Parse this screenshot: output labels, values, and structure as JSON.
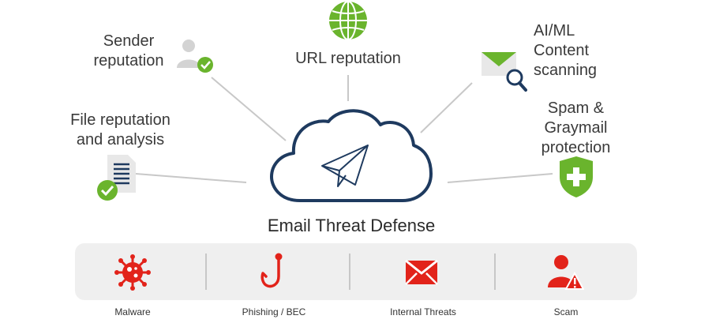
{
  "diagram": {
    "center_label": "Email Threat Defense",
    "features": {
      "sender": {
        "line1": "Sender",
        "line2": "reputation",
        "icon": "user-check-icon"
      },
      "url": {
        "line1": "URL reputation",
        "icon": "globe-icon"
      },
      "aiml": {
        "line1": "AI/ML",
        "line2": "Content",
        "line3": "scanning",
        "icon": "envelope-search-icon"
      },
      "file": {
        "line1": "File reputation",
        "line2": "and analysis",
        "icon": "document-check-icon"
      },
      "spam": {
        "line1": "Spam &",
        "line2": "Graymail",
        "line3": "protection",
        "icon": "shield-plus-icon"
      }
    },
    "threats": [
      {
        "label": "Malware",
        "icon": "virus-icon"
      },
      {
        "label": "Phishing / BEC",
        "icon": "fishhook-icon"
      },
      {
        "label": "Internal Threats",
        "icon": "envelope-icon"
      },
      {
        "label": "Scam",
        "icon": "person-warning-icon"
      }
    ],
    "colors": {
      "accent_green": "#6ab42d",
      "cloud_navy": "#1e3a5f",
      "threat_red": "#e2231a",
      "connector_gray": "#c8c8c8",
      "band_gray": "#efefef"
    }
  }
}
